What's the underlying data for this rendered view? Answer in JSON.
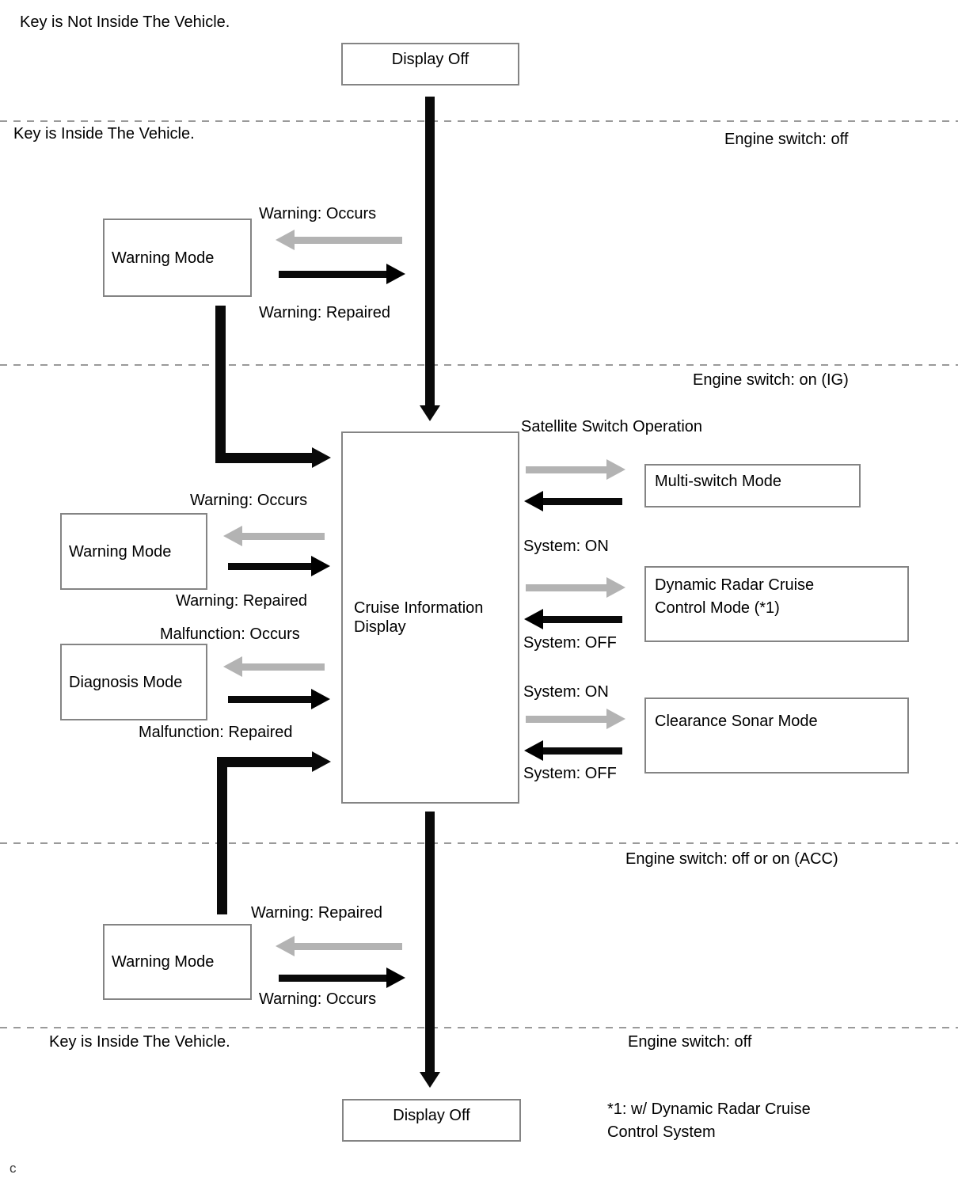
{
  "regions": {
    "key_not_inside": "Key is Not Inside The Vehicle.",
    "key_inside_top": "Key is Inside The Vehicle.",
    "key_inside_bottom": "Key is Inside The Vehicle.",
    "engine_off_top": "Engine switch: off",
    "engine_on_ig": "Engine switch: on (IG)",
    "engine_acc": "Engine switch: off or on (ACC)",
    "engine_off_bottom": "Engine switch: off"
  },
  "nodes": {
    "display_off_top": "Display Off",
    "warning_mode_top": "Warning Mode",
    "warning_mode_mid": "Warning Mode",
    "diagnosis_mode": "Diagnosis Mode",
    "cruise_info_display": "Cruise Information Display",
    "multi_switch_mode": "Multi-switch Mode",
    "dynamic_radar_mode": "Dynamic Radar Cruise Control Mode (*1)",
    "clearance_sonar_mode": "Clearance Sonar Mode",
    "warning_mode_bottom": "Warning Mode",
    "display_off_bottom": "Display Off"
  },
  "transitions": {
    "warning_occurs_top": "Warning: Occurs",
    "warning_repaired_top": "Warning: Repaired",
    "warning_occurs_mid": "Warning: Occurs",
    "warning_repaired_mid": "Warning: Repaired",
    "malfunction_occurs": "Malfunction: Occurs",
    "malfunction_repaired": "Malfunction: Repaired",
    "satellite_switch_operation": "Satellite Switch Operation",
    "system_on_radar": "System: ON",
    "system_off_radar": "System: OFF",
    "system_on_sonar": "System: ON",
    "system_off_sonar": "System: OFF",
    "warning_repaired_bottom": "Warning: Repaired",
    "warning_occurs_bottom": "Warning: Occurs"
  },
  "footnote": {
    "line1": "*1: w/ Dynamic Radar Cruise",
    "line2": "Control System"
  },
  "page_marker": "c",
  "colors": {
    "arrow_black": "#0a0a0a",
    "arrow_gray": "#b3b3b3",
    "box_border": "#848484",
    "divider": "#9a9a9a",
    "text": "#000000",
    "background": "#ffffff"
  }
}
